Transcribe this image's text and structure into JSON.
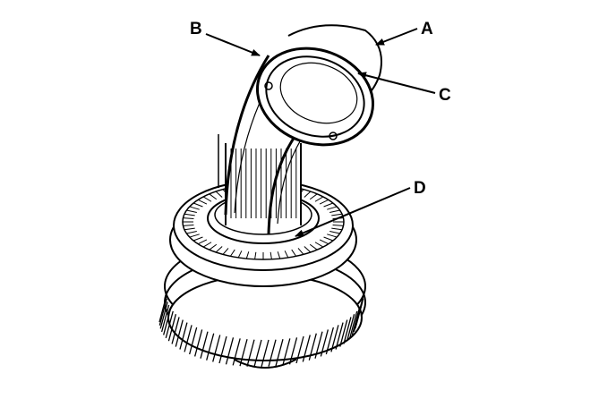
{
  "diagram": {
    "labels": {
      "a": "A",
      "b": "B",
      "c": "C",
      "d": "D"
    },
    "colors": {
      "ink": "#000000",
      "paper": "#ffffff",
      "shade": "#d9d9d9"
    }
  }
}
